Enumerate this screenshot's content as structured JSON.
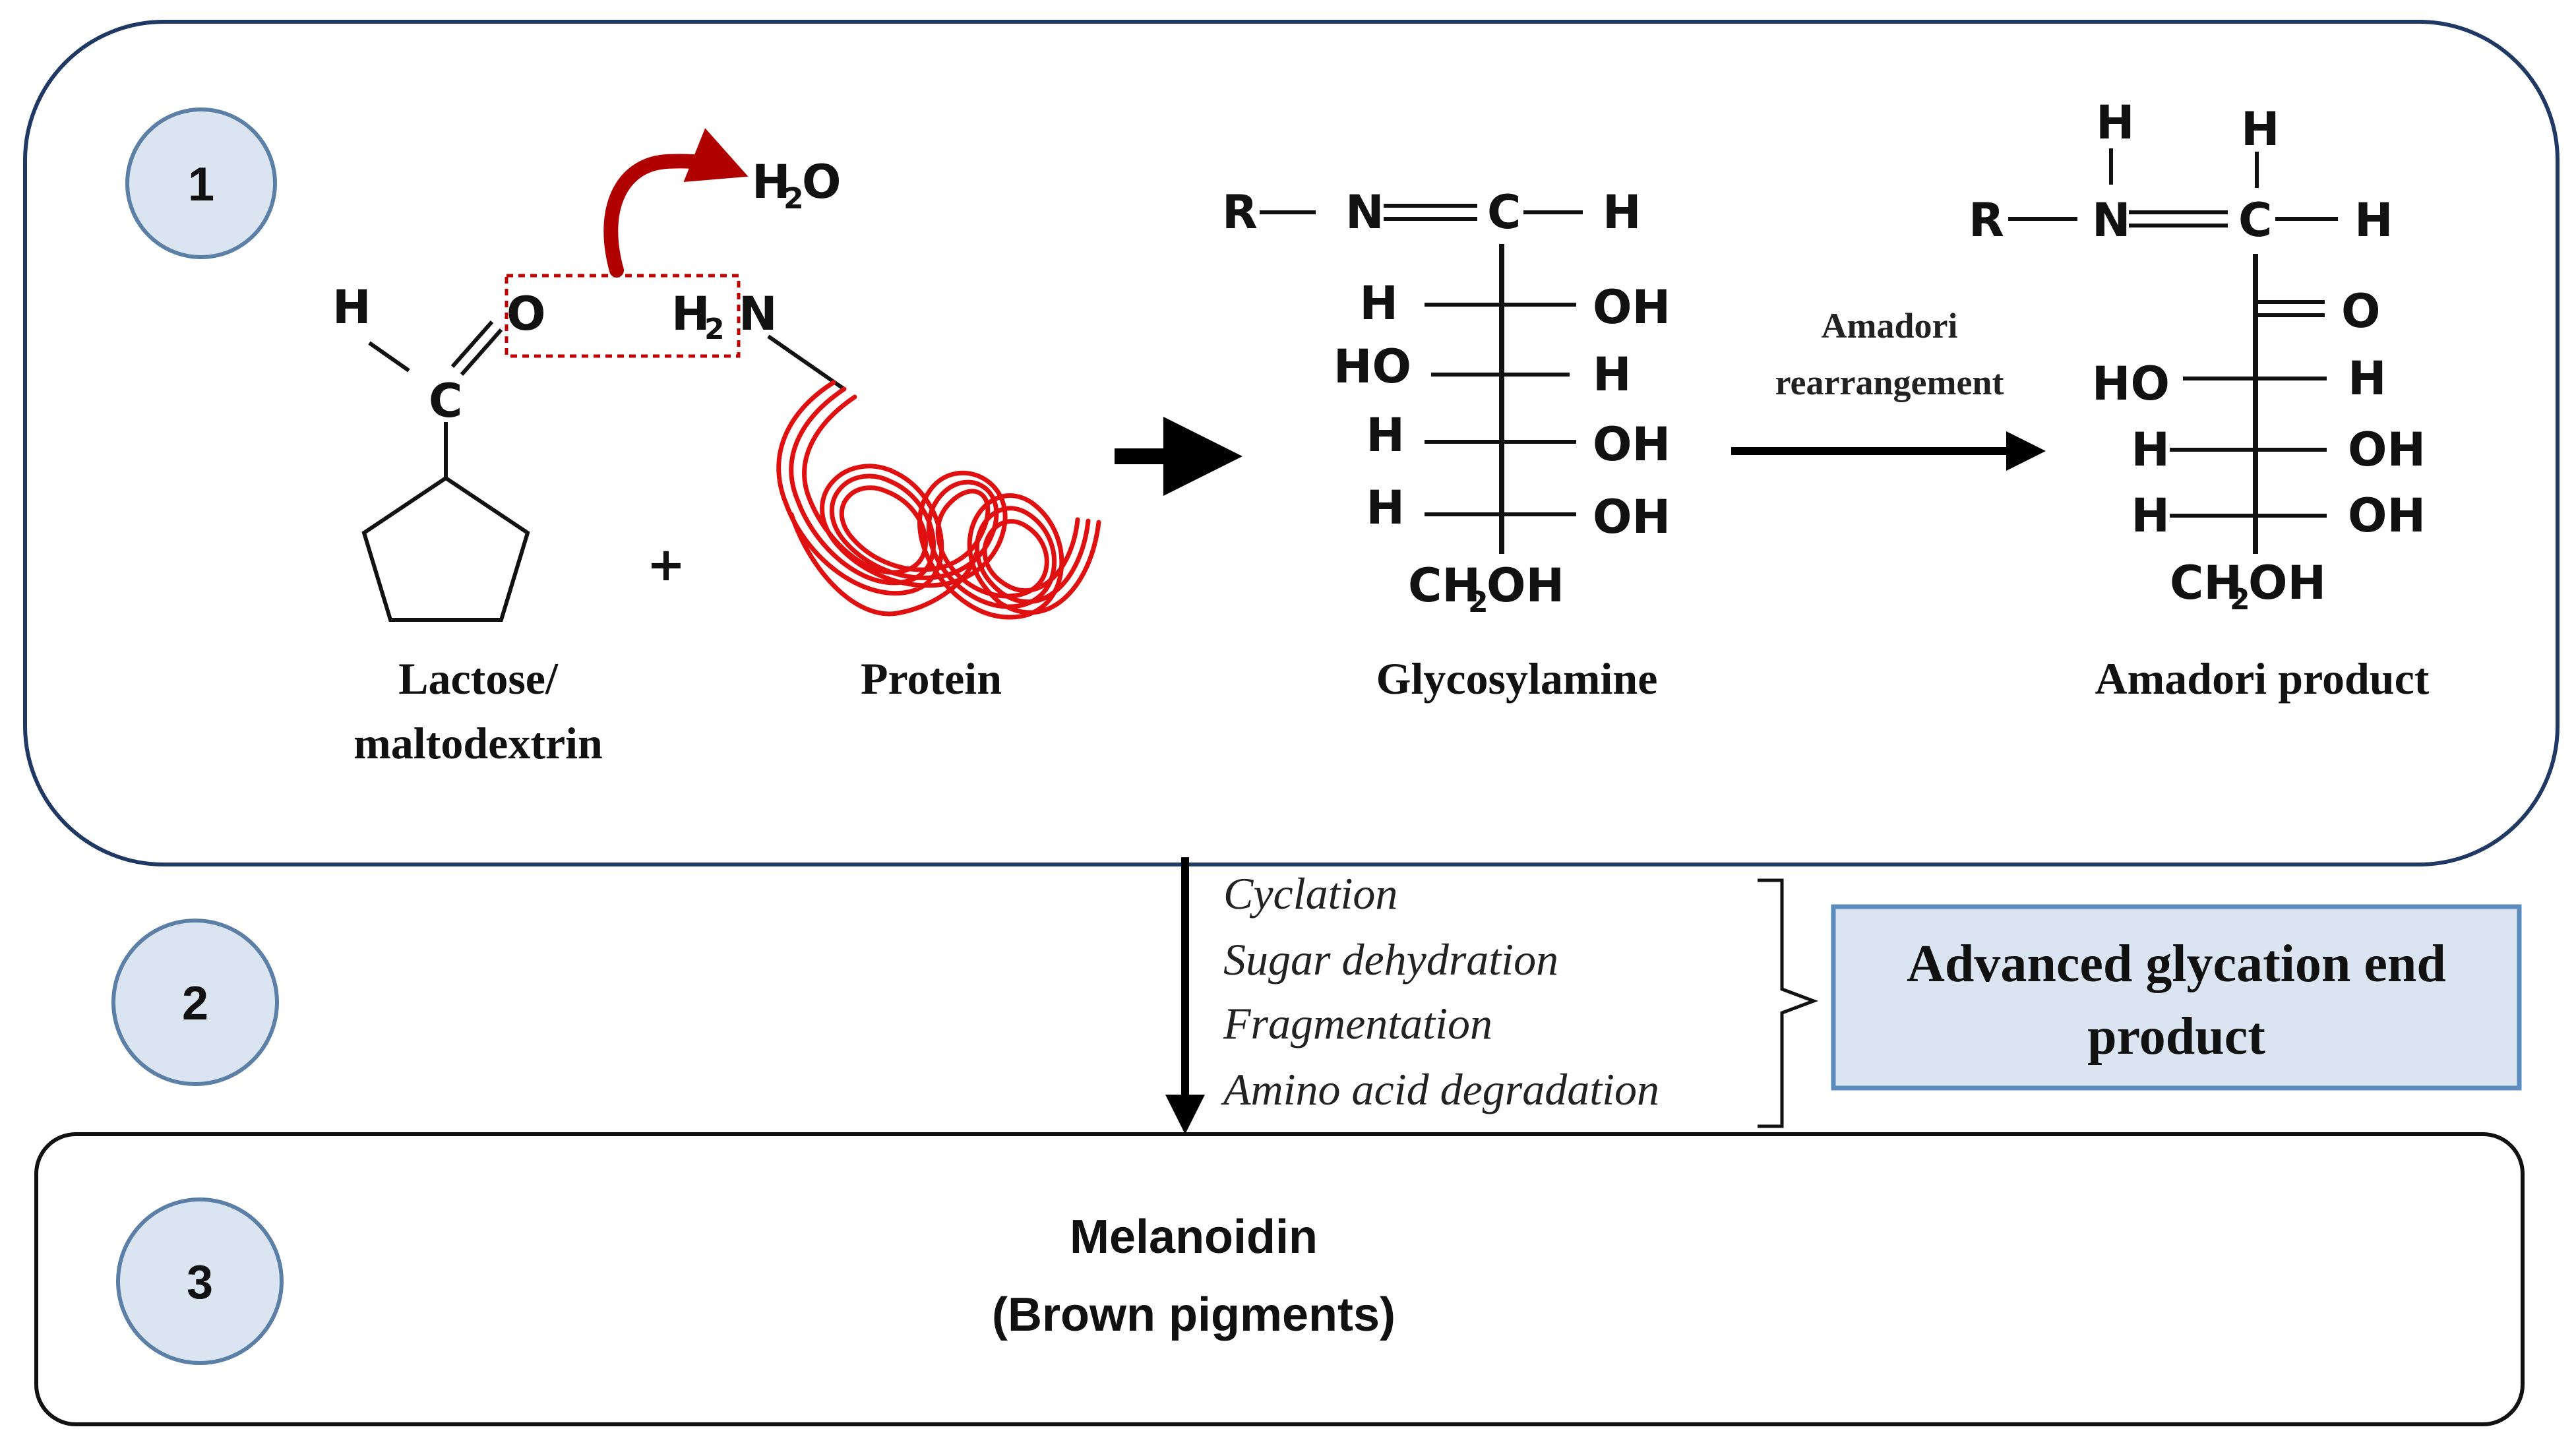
{
  "colors": {
    "panel_border": "#1f3864",
    "step_circle_fill": "#dbe5f1",
    "step_circle_border": "#5b7fa6",
    "age_box_fill": "#dbe5f1",
    "age_box_border": "#5b8bbf",
    "protein_red": "#e01010",
    "water_arrow": "#b00000"
  },
  "steps": [
    "1",
    "2",
    "3"
  ],
  "stage1": {
    "water": {
      "H": "H",
      "sub": "2",
      "O": "O"
    },
    "sugar": {
      "H": "H",
      "O": "O",
      "C": "C",
      "label_line1": "Lactose/",
      "label_line2": "maltodextrin"
    },
    "plus": "+",
    "amine": {
      "H": "H",
      "sub": "2",
      "N": "N"
    },
    "protein_label": "Protein",
    "glycosylamine": {
      "top": {
        "R": "R",
        "N": "N",
        "C": "C",
        "H": "H"
      },
      "rows": [
        {
          "left": "H",
          "right": "OH"
        },
        {
          "left": "HO",
          "right": "H"
        },
        {
          "left": "H",
          "right": "OH"
        },
        {
          "left": "H",
          "right": "OH"
        }
      ],
      "bottom": {
        "CH": "CH",
        "sub": "2",
        "OH": "OH"
      },
      "label": "Glycosylamine"
    },
    "rearrangement_line1": "Amadori",
    "rearrangement_line2": "rearrangement",
    "amadori": {
      "top": {
        "R": "R",
        "N": "N",
        "C": "C",
        "H": "H",
        "H_on_N": "H",
        "H_on_C": "H"
      },
      "carbonyl": "O",
      "rows": [
        {
          "left": "HO",
          "right": "H"
        },
        {
          "left": "H",
          "right": "OH"
        },
        {
          "left": "H",
          "right": "OH"
        }
      ],
      "bottom": {
        "CH": "CH",
        "sub": "2",
        "OH": "OH"
      },
      "label": "Amadori product"
    }
  },
  "stage2": {
    "processes": [
      "Cyclation",
      "Sugar dehydration",
      "Fragmentation",
      "Amino acid degradation"
    ],
    "age_line1": "Advanced glycation end",
    "age_line2": "product"
  },
  "stage3": {
    "line1": "Melanoidin",
    "line2": "(Brown pigments)"
  }
}
